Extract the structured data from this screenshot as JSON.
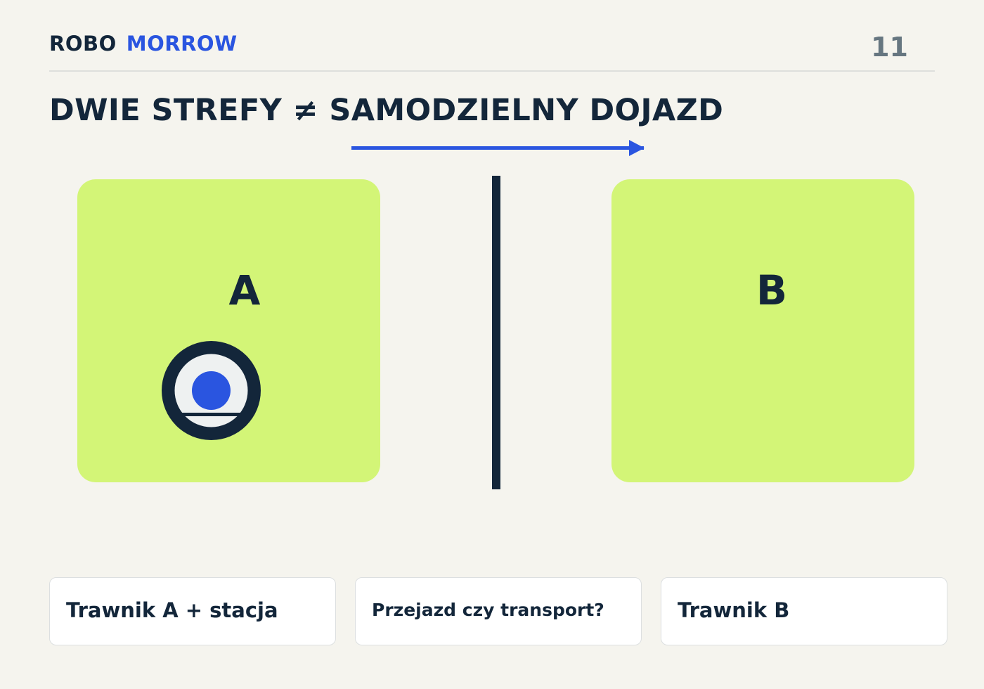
{
  "header": {
    "brand_part1": "ROBO",
    "brand_part2": "MORROW",
    "page_number": "11"
  },
  "slide": {
    "title": "DWIE STREFY ≠ SAMODZIELNY DOJAZD"
  },
  "zones": {
    "a_label": "A",
    "b_label": "B"
  },
  "captions": {
    "card_1": "Trawnik A + stacja",
    "card_2": "Przejazd czy transport?",
    "card_3": "Trawnik B"
  },
  "colors": {
    "background": "#f5f4ee",
    "dark": "#13263a",
    "accent_blue": "#2a55e0",
    "zone_green": "#d3f577",
    "muted_gray": "#667680"
  },
  "icons": {
    "robot": "robot-mower-icon",
    "arrow": "arrow-right-icon"
  }
}
